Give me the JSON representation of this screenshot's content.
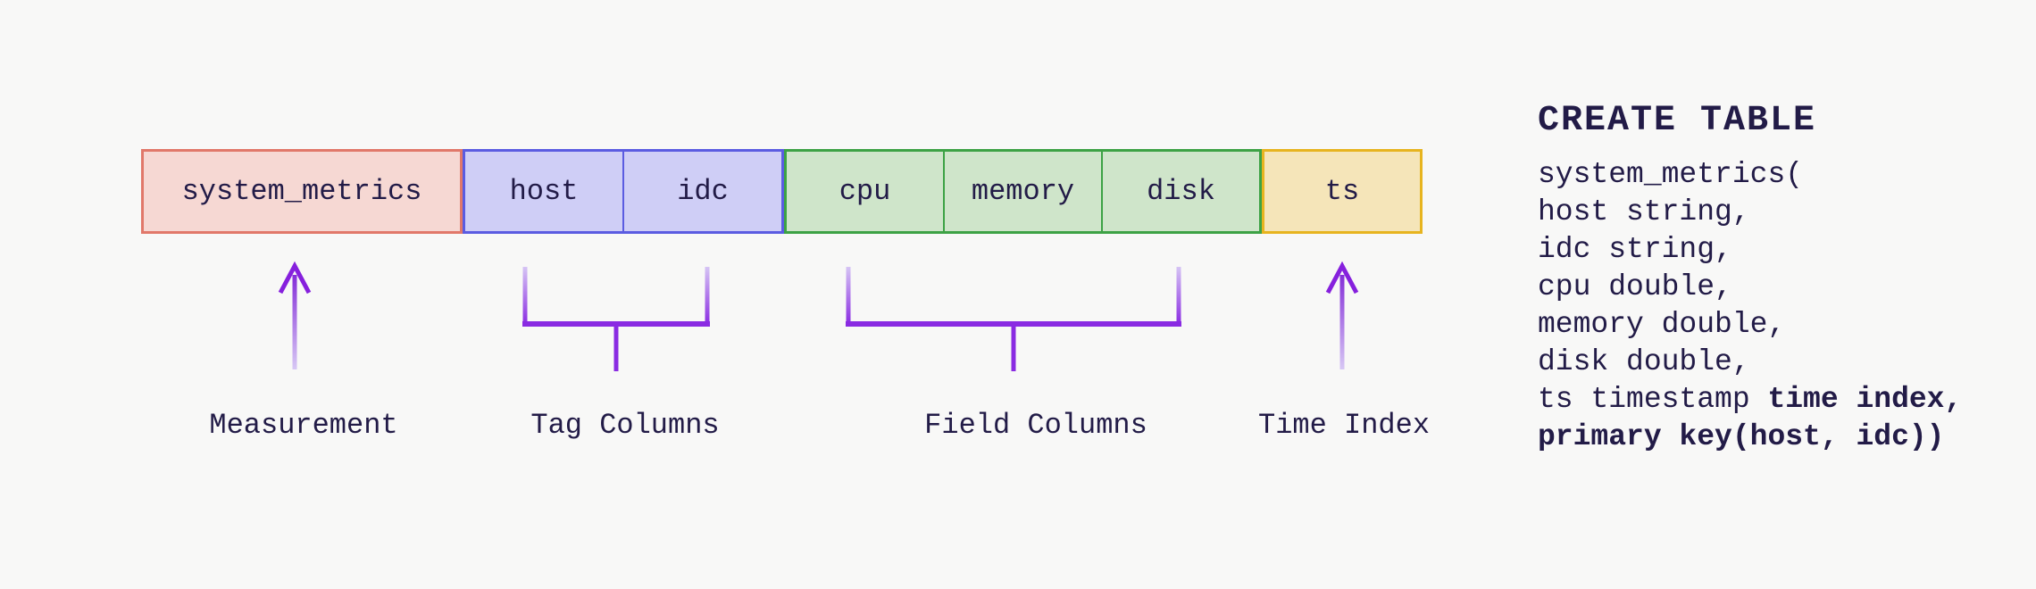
{
  "diagram": {
    "groups": [
      {
        "name": "measurement",
        "cells": [
          "system_metrics"
        ],
        "fill": "#f6d8d3",
        "border": "#e1786a"
      },
      {
        "name": "tag",
        "cells": [
          "host",
          "idc"
        ],
        "fill": "#cfcef6",
        "border": "#5b5ce1"
      },
      {
        "name": "field",
        "cells": [
          "cpu",
          "memory",
          "disk"
        ],
        "fill": "#cfe5ca",
        "border": "#3da245"
      },
      {
        "name": "time",
        "cells": [
          "ts"
        ],
        "fill": "#f5e5b9",
        "border": "#e7b41f"
      }
    ],
    "labels": {
      "measurement": "Measurement",
      "tag": "Tag Columns",
      "field": "Field Columns",
      "time": "Time Index"
    },
    "annotation_color": "#8a2be2",
    "text_color": "#221b47",
    "background_color": "#f8f8f7"
  },
  "sql": {
    "heading": "CREATE TABLE",
    "lines": [
      {
        "text": "system_metrics("
      },
      {
        "text": "host string,"
      },
      {
        "text": "idc string,"
      },
      {
        "text": "cpu double,"
      },
      {
        "text": "memory double,"
      },
      {
        "text": "disk double,"
      },
      {
        "pre": "ts timestamp ",
        "bold": "time index,"
      },
      {
        "bold": "primary key(host, idc))"
      }
    ]
  }
}
